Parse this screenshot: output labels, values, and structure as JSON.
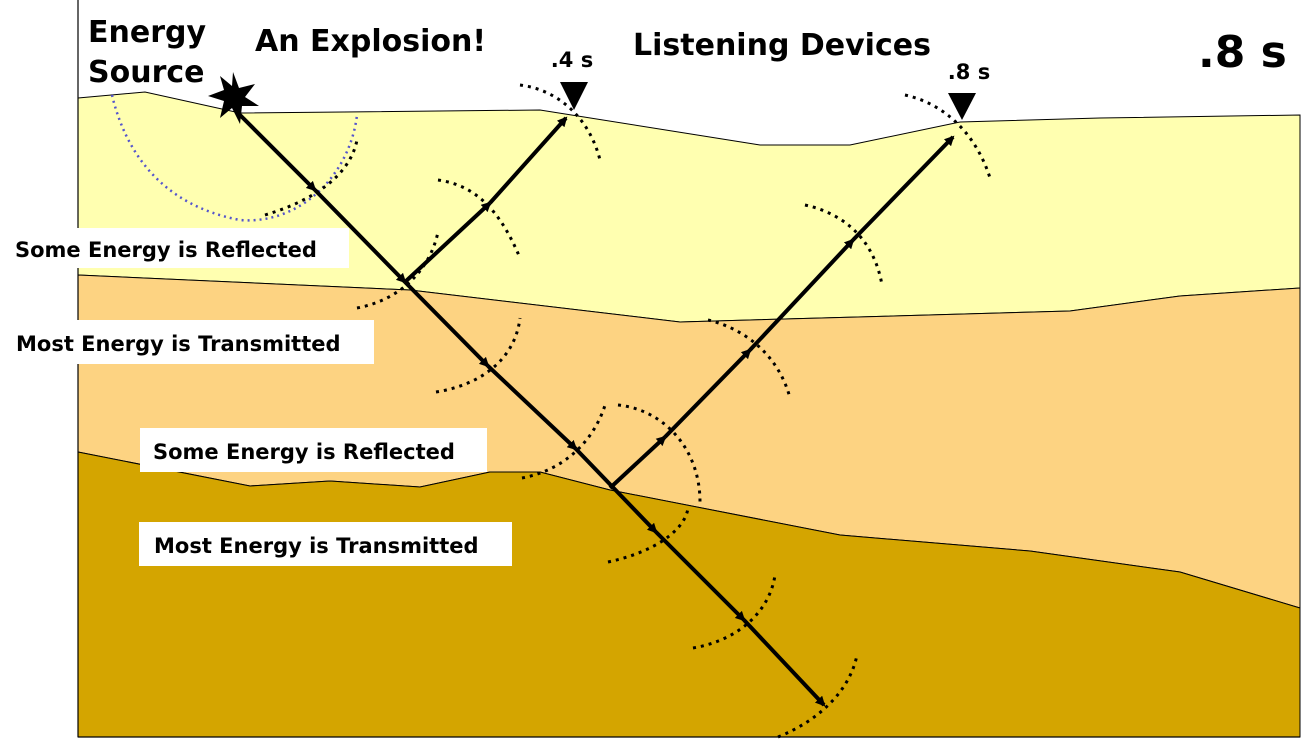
{
  "title": {
    "energy_source_line1": "Energy",
    "energy_source_line2": "Source",
    "explosion": "An Explosion!",
    "listening_devices": "Listening Devices",
    "elapsed_time": ".8 s"
  },
  "receivers": [
    {
      "label": ".4 s"
    },
    {
      "label": ".8 s"
    }
  ],
  "callouts": {
    "reflected_1": "Some Energy is Reflected",
    "transmitted_1": "Most Energy is Transmitted",
    "reflected_2": "Some Energy is Reflected",
    "transmitted_2": "Most Energy is Transmitted"
  },
  "colors": {
    "layer_top": "#FFFFB0",
    "layer_middle": "#FDD382",
    "layer_bottom": "#D4A500",
    "ray": "#000000",
    "wavefront_source": "#5555CC",
    "background": "#FFFFFF"
  }
}
